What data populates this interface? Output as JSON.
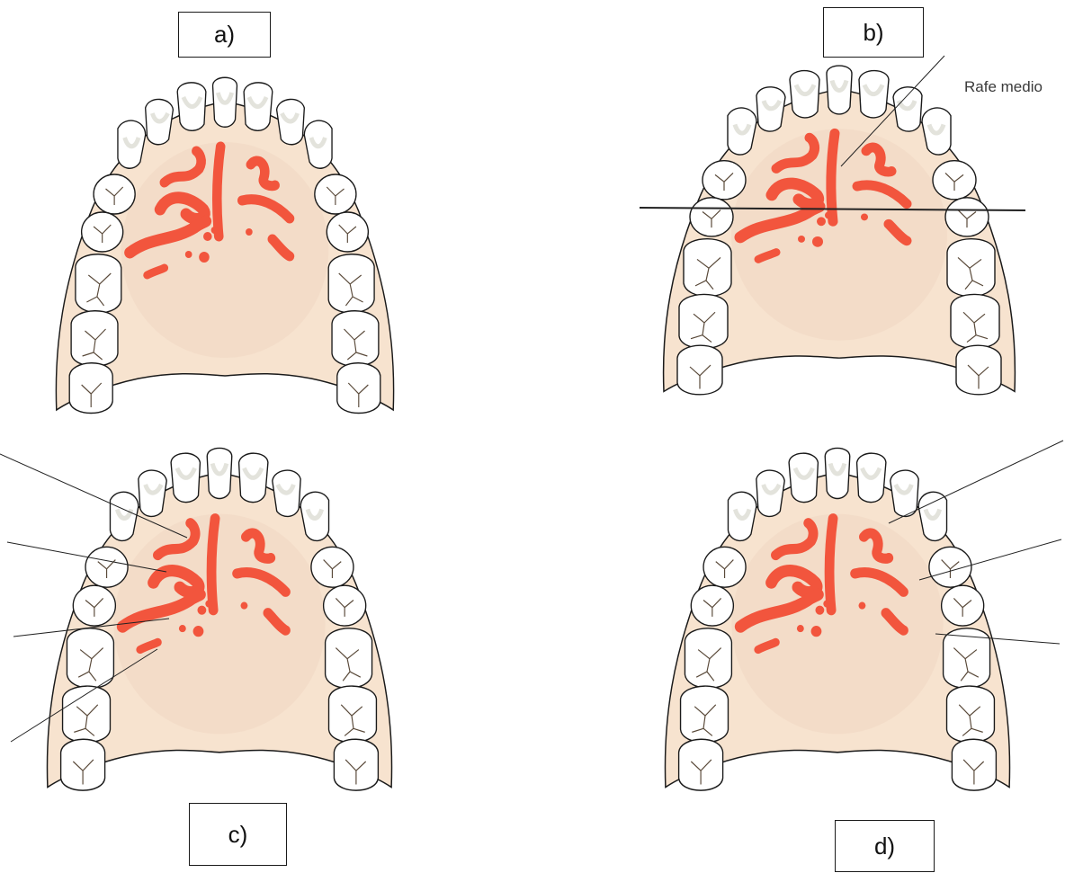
{
  "panels": [
    {
      "id": "a",
      "label": "a)"
    },
    {
      "id": "b",
      "label": "b)",
      "annotation": "Rafe medio"
    },
    {
      "id": "c",
      "label": "c)"
    },
    {
      "id": "d",
      "label": "d)"
    }
  ],
  "colors": {
    "palate": "#f7e3cf",
    "palate_shade": "#f1d7c2",
    "rugae": "#f2553d",
    "tooth_fill": "#ffffff",
    "tooth_shade": "#e3e3dc",
    "outline": "#1a1a1a",
    "fissure": "#5a4a3a",
    "leader_line": "#222222"
  }
}
